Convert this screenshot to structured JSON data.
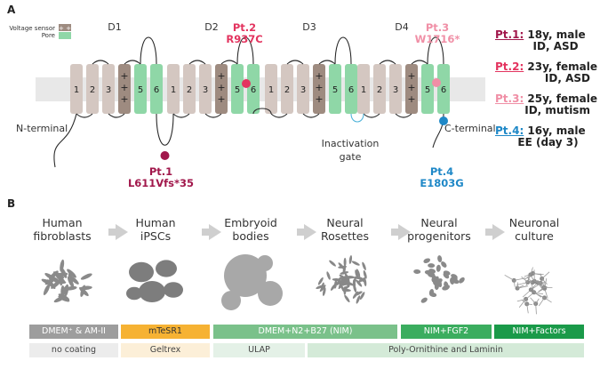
{
  "panels": {
    "a": "A",
    "b": "B"
  },
  "legend": {
    "voltage_sensor": "Voltage sensor",
    "pore": "Pore",
    "voltage_sensor_color": "#9e8b80",
    "pore_color": "#8fd7a7"
  },
  "domains": [
    "D1",
    "D2",
    "D3",
    "D4"
  ],
  "segments": [
    "1",
    "2",
    "3",
    "4",
    "5",
    "6"
  ],
  "plus_signs": [
    "+",
    "+",
    "+"
  ],
  "labels": {
    "n_terminal": "N-terminal",
    "c_terminal": "C-terminal",
    "inactivation_gate_line1": "Inactivation",
    "inactivation_gate_line2": "gate"
  },
  "mutations": [
    {
      "pt": "Pt.1",
      "variant": "L611Vfs*35",
      "color": "#a1174b"
    },
    {
      "pt": "Pt.2",
      "variant": "R937C",
      "color": "#e3345f"
    },
    {
      "pt": "Pt.3",
      "variant": "W1716*",
      "color": "#f08fa6"
    },
    {
      "pt": "Pt.4",
      "variant": "E1803G",
      "color": "#1f88c7"
    }
  ],
  "patients": [
    {
      "id": "Pt.1:",
      "line1": "18y, male",
      "line2": "ID, ASD",
      "color": "#a1174b"
    },
    {
      "id": "Pt.2:",
      "line1": "23y, female",
      "line2": "ID, ASD",
      "color": "#e3345f"
    },
    {
      "id": "Pt.3:",
      "line1": "25y, female",
      "line2": "ID, mutism",
      "color": "#f08fa6"
    },
    {
      "id": "Pt.4:",
      "line1": "16y, male",
      "line2": "EE (day 3)",
      "color": "#1f88c7"
    }
  ],
  "stages": [
    {
      "line1": "Human",
      "line2": "fibroblasts"
    },
    {
      "line1": "Human",
      "line2": "iPSCs"
    },
    {
      "line1": "Embryoid",
      "line2": "bodies"
    },
    {
      "line1": "Neural",
      "line2": "Rosettes"
    },
    {
      "line1": "Neural",
      "line2": "progenitors"
    },
    {
      "line1": "Neuronal",
      "line2": "culture"
    }
  ],
  "media": [
    {
      "label": "DMEM⁺ & AM-II",
      "color": "#9d9d9d",
      "text_color": "#ffffff"
    },
    {
      "label": "mTeSR1",
      "color": "#f6b233",
      "text_color": "#333333"
    },
    {
      "label": "DMEM+N2+B27 (NIM)",
      "color": "#7ac18a",
      "text_color": "#ffffff"
    },
    {
      "label": "NIM+FGF2",
      "color": "#3bad5f",
      "text_color": "#ffffff"
    },
    {
      "label": "NIM+Factors",
      "color": "#1a9a49",
      "text_color": "#ffffff"
    }
  ],
  "coatings": [
    {
      "label": "no coating",
      "color": "#ececec"
    },
    {
      "label": "Geltrex",
      "color": "#fcefd8"
    },
    {
      "label": "ULAP",
      "color": "#e4f1e7"
    },
    {
      "label": "Poly-Ornithine and Laminin",
      "color": "#d4ead8"
    }
  ]
}
